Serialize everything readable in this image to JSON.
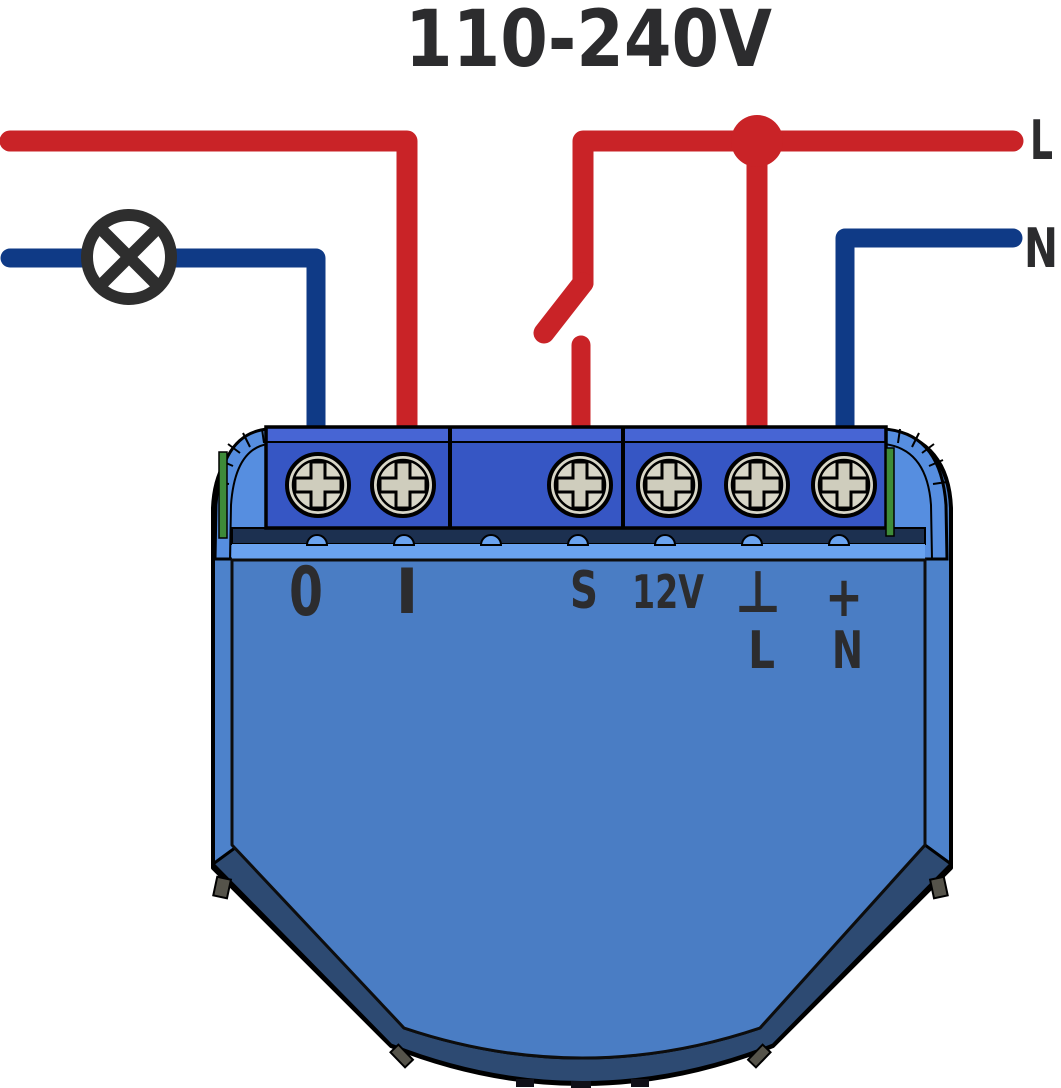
{
  "title": "110-240V",
  "supply": {
    "live_label": "L",
    "neutral_label": "N"
  },
  "device": {
    "terminals": [
      {
        "label": "0"
      },
      {
        "label": "I"
      },
      {
        "label": "S"
      },
      {
        "label": "12V"
      },
      {
        "label": "⊥",
        "sub": "L"
      },
      {
        "label": "+",
        "sub": "N"
      }
    ]
  },
  "colors": {
    "wire_live": "#c92327",
    "wire_neutral": "#0f3a86",
    "symbol_dark": "#2e2e2e",
    "label_dark": "#2c2c2e",
    "body_side": "#4d82cb",
    "body_face": "#4a7dc4",
    "corner_bevel": "#568ee0",
    "terminal_block": "#3656c4",
    "terminal_block_top": "#4765d4",
    "face_highlight": "#6aa3f0",
    "shadow_strip": "#1c3050",
    "bottom_band": "#2d4a72",
    "pcb_green": "#3e8b39",
    "screw": "#d8d6c7"
  }
}
